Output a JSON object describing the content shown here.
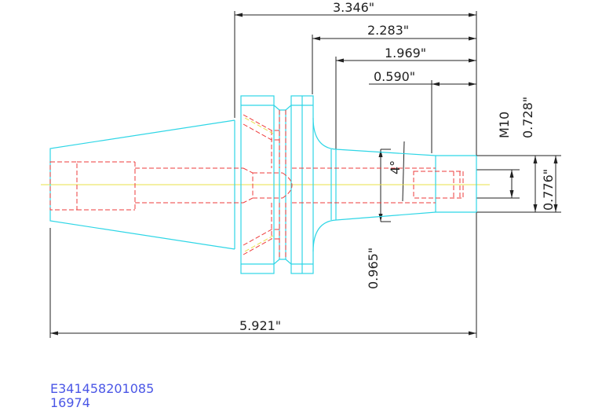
{
  "drawing": {
    "dimensions": {
      "top_length": "3.346\"",
      "length_2": "2.283\"",
      "length_3": "1.969\"",
      "length_4": "0.590\"",
      "thread": "M10",
      "thread_dia": "0.728\"",
      "nose_dia": "0.776\"",
      "taper_angle": "4°",
      "body_dia": "0.965\"",
      "overall_length": "5.921\""
    },
    "reference": {
      "part_number": "E341458201085",
      "code": "16974"
    },
    "colors": {
      "outline": "#2fd6e6",
      "hidden": "#ee3b3b",
      "centerline": "#e8e04a",
      "dimension": "#222222",
      "reference_text": "#4a56e6"
    }
  }
}
